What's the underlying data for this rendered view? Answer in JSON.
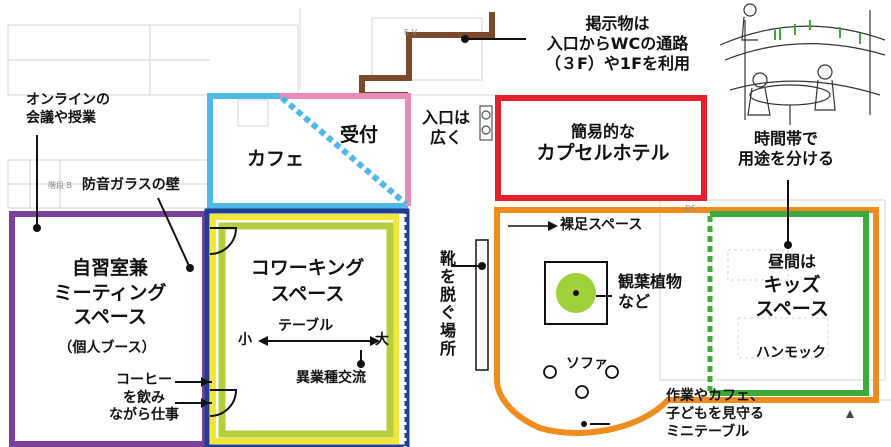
{
  "colors": {
    "cafe": "#4FB8E6",
    "reception": "#E98BB9",
    "capsule_hotel": "#E3202B",
    "study_room": "#7B3F9E",
    "coworking_outer": "#1E3F8F",
    "coworking_inner": "#B6CE3A",
    "coworking_yellow": "#F4E53A",
    "barefoot_area": "#F08C1E",
    "kids_space": "#3CAA3C",
    "wc_passage": "#7A4A2A",
    "plant": "#9FD13A"
  },
  "labels": {
    "online_meeting": [
      "オンラインの",
      "会議や授業"
    ],
    "soundproof_wall": "防音ガラスの壁",
    "cafe": "カフェ",
    "reception": "受付",
    "wide_entrance": [
      "入口は",
      "広く"
    ],
    "capsule_hotel": [
      "簡易的な",
      "カプセルホテル"
    ],
    "time_zones": [
      "時間帯で",
      "用途を分ける"
    ],
    "notice": [
      "掲示物は",
      "入口からWCの通路",
      "（３F）や1Fを利用"
    ],
    "study_room": [
      "自習室兼",
      "ミーティング",
      "スペース"
    ],
    "study_room_sub": "（個人ブース）",
    "coffee_work": [
      "コーヒー",
      "を飲み",
      "ながら仕事"
    ],
    "coworking": [
      "コワーキング",
      "スペース"
    ],
    "table": "テーブル",
    "small": "小",
    "large": "大",
    "cross_industry": "異業種交流",
    "shoes_off": [
      "靴",
      "を",
      "脱",
      "ぐ",
      "場",
      "所"
    ],
    "barefoot_space": "裸足スペース",
    "plants": [
      "観葉植物",
      "など"
    ],
    "sofa": "ソファ",
    "kids_space": [
      "昼間は",
      "キッズ",
      "スペース"
    ],
    "hammock": "ハンモック",
    "mini_table": [
      "作業やカフェ、",
      "子どもを見守る",
      "ミニテーブル"
    ],
    "ev": "E V",
    "stairs": "階段 B",
    "ds": "DS"
  }
}
